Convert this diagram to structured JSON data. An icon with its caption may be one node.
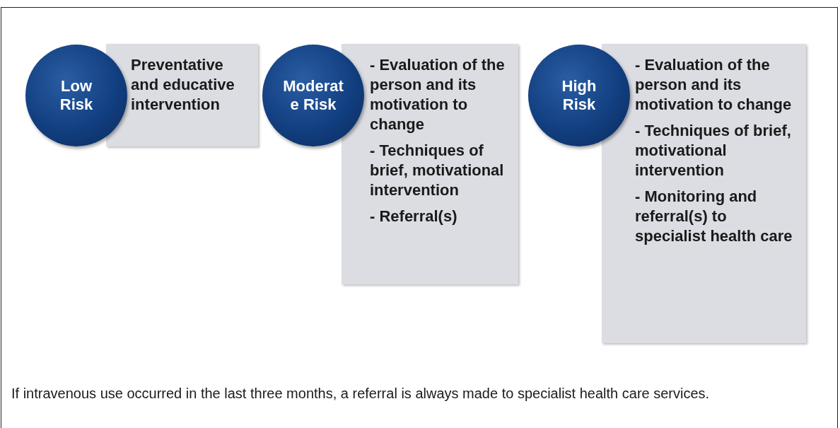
{
  "diagram": {
    "caption": "If intravenous use occurred in the last three months, a referral is always made to specialist health care services.",
    "nodes": [
      {
        "text": [
          "Low Risk"
        ]
      },
      {
        "text": [
          "Preventative and educative intervention"
        ]
      },
      {
        "text": [
          "Moderat e Risk"
        ]
      },
      {
        "text": [
          "- Evaluation of the person and its motivation to change",
          "- Techniques of brief, motivational intervention",
          "- Referral(s)"
        ]
      },
      {
        "text": [
          "High Risk"
        ]
      },
      {
        "text": [
          "- Evaluation of the person and its motivation to change",
          "- Techniques of brief, motivational intervention",
          "- Monitoring and referral(s) to specialist  health care"
        ]
      }
    ]
  }
}
